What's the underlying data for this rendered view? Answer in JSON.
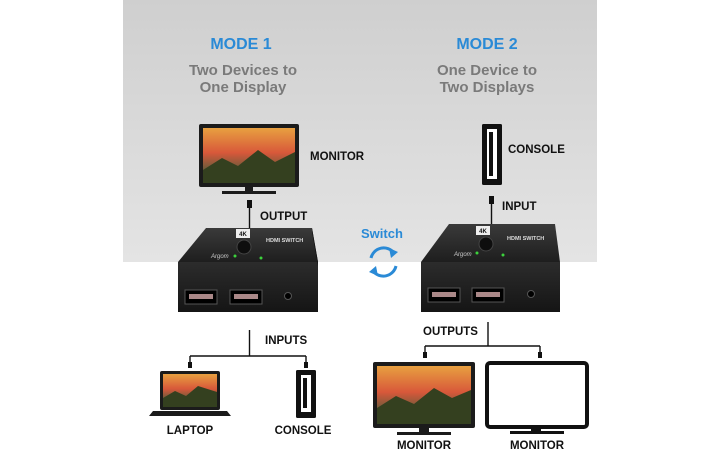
{
  "mode1": {
    "title": "MODE 1",
    "subtitle_line1": "Two Devices to",
    "subtitle_line2": "One Display"
  },
  "mode2": {
    "title": "MODE 2",
    "subtitle_line1": "One Device to",
    "subtitle_line2": "Two Displays"
  },
  "labels": {
    "monitor_top": "MONITOR",
    "output": "OUTPUT",
    "inputs": "INPUTS",
    "laptop": "LAPTOP",
    "console_left": "CONSOLE",
    "console_top": "CONSOLE",
    "input": "INPUT",
    "outputs": "OUTPUTS",
    "monitor_bottom_left": "MONITOR",
    "monitor_bottom_right": "MONITOR"
  },
  "switch_label": "Switch",
  "device": {
    "badge": "4K",
    "brand": "HDMI SWITCH",
    "logo": "Argom"
  },
  "colors": {
    "accent": "#2a8ad6",
    "gray_text": "#7a7a7a",
    "device_body": "#2a2a2a"
  }
}
